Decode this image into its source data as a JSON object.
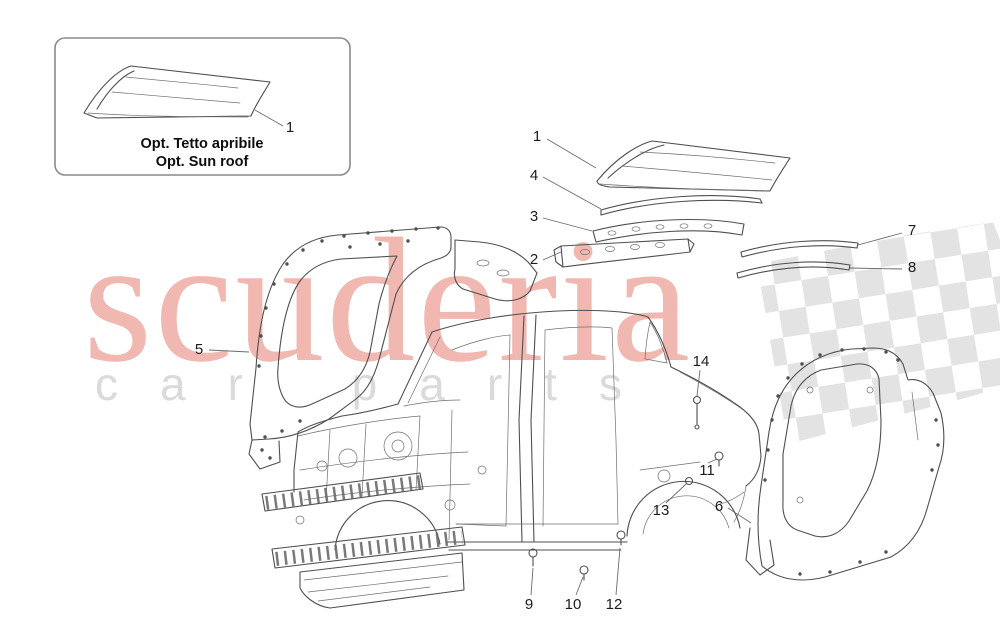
{
  "watermark": {
    "brand": "scuderia",
    "tagline": "car parts",
    "brand_color": "#efaca4",
    "tagline_color": "#d7d7d7",
    "checker_color": "#cccccc"
  },
  "inset": {
    "callout": "1",
    "caption_line1": "Opt. Tetto apribile",
    "caption_line2": "Opt. Sun roof"
  },
  "callouts": {
    "n1": "1",
    "n2": "2",
    "n3": "3",
    "n4": "4",
    "n5": "5",
    "n6": "6",
    "n7": "7",
    "n8": "8",
    "n9": "9",
    "n10": "10",
    "n11": "11",
    "n12": "12",
    "n13": "13",
    "n14": "14"
  }
}
